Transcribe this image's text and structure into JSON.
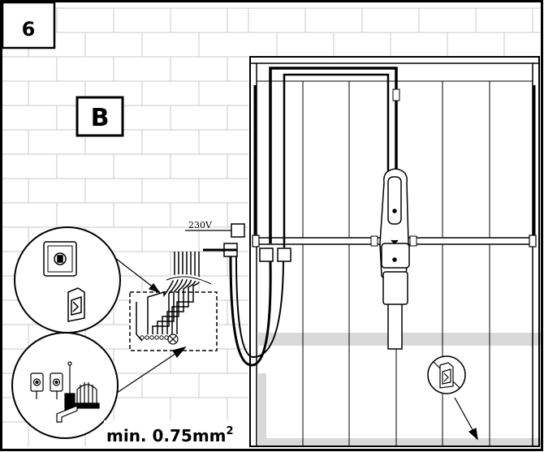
{
  "step_number": "6",
  "section_label": "B",
  "voltage_label": "230V",
  "cable_spec": {
    "text": "min. 0.75mm",
    "superscript": "2"
  },
  "colors": {
    "line": "#000000",
    "brick_line": "#c8c8c8",
    "floor": "#d9d9d9",
    "background": "#ffffff"
  },
  "icons": {
    "key_selector": "key-switch-icon",
    "photocell_pair": "photocell-icon",
    "flashing_light": "flashing-lamp-icon",
    "remote": "remote-receiver-icon"
  }
}
